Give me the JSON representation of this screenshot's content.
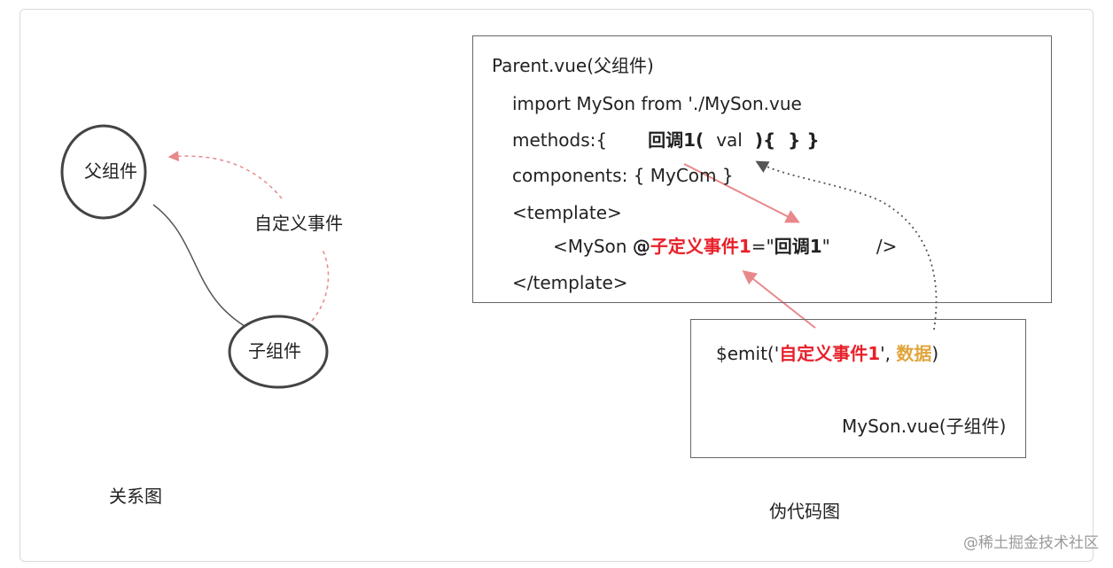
{
  "relation_diagram": {
    "caption": "关系图",
    "parent_node": "父组件",
    "child_node": "子组件",
    "event_label": "自定义事件"
  },
  "pseudo_code_diagram": {
    "caption": "伪代码图",
    "parent_box": {
      "title": "Parent.vue(父组件)",
      "import_line": "import MySon from './MySon.vue",
      "methods_prefix": "methods:{",
      "methods_callback": "回调1(",
      "methods_param": "val",
      "methods_suffix": "){  } }",
      "components_line": "components: { MyCom }",
      "template_open": "<template>",
      "myson_prefix": "<MySon ",
      "myson_at": "@",
      "myson_event": "子定义事件1",
      "myson_eq": "=\"",
      "myson_callback": "回调1",
      "myson_close_quote": "\"",
      "myson_end": "/>",
      "template_close": "</template>"
    },
    "child_box": {
      "emit_prefix": "$emit('",
      "emit_event": "自定义事件1",
      "emit_mid": "', ",
      "emit_data": "数据",
      "emit_suffix": ")",
      "title": "MySon.vue(子组件)"
    },
    "colors": {
      "event_red": "#e8202a",
      "data_gold": "#e0a53c",
      "arrow_pink": "#e8888b",
      "arrow_gray": "#555555"
    }
  },
  "watermark": "@稀土掘金技术社区"
}
